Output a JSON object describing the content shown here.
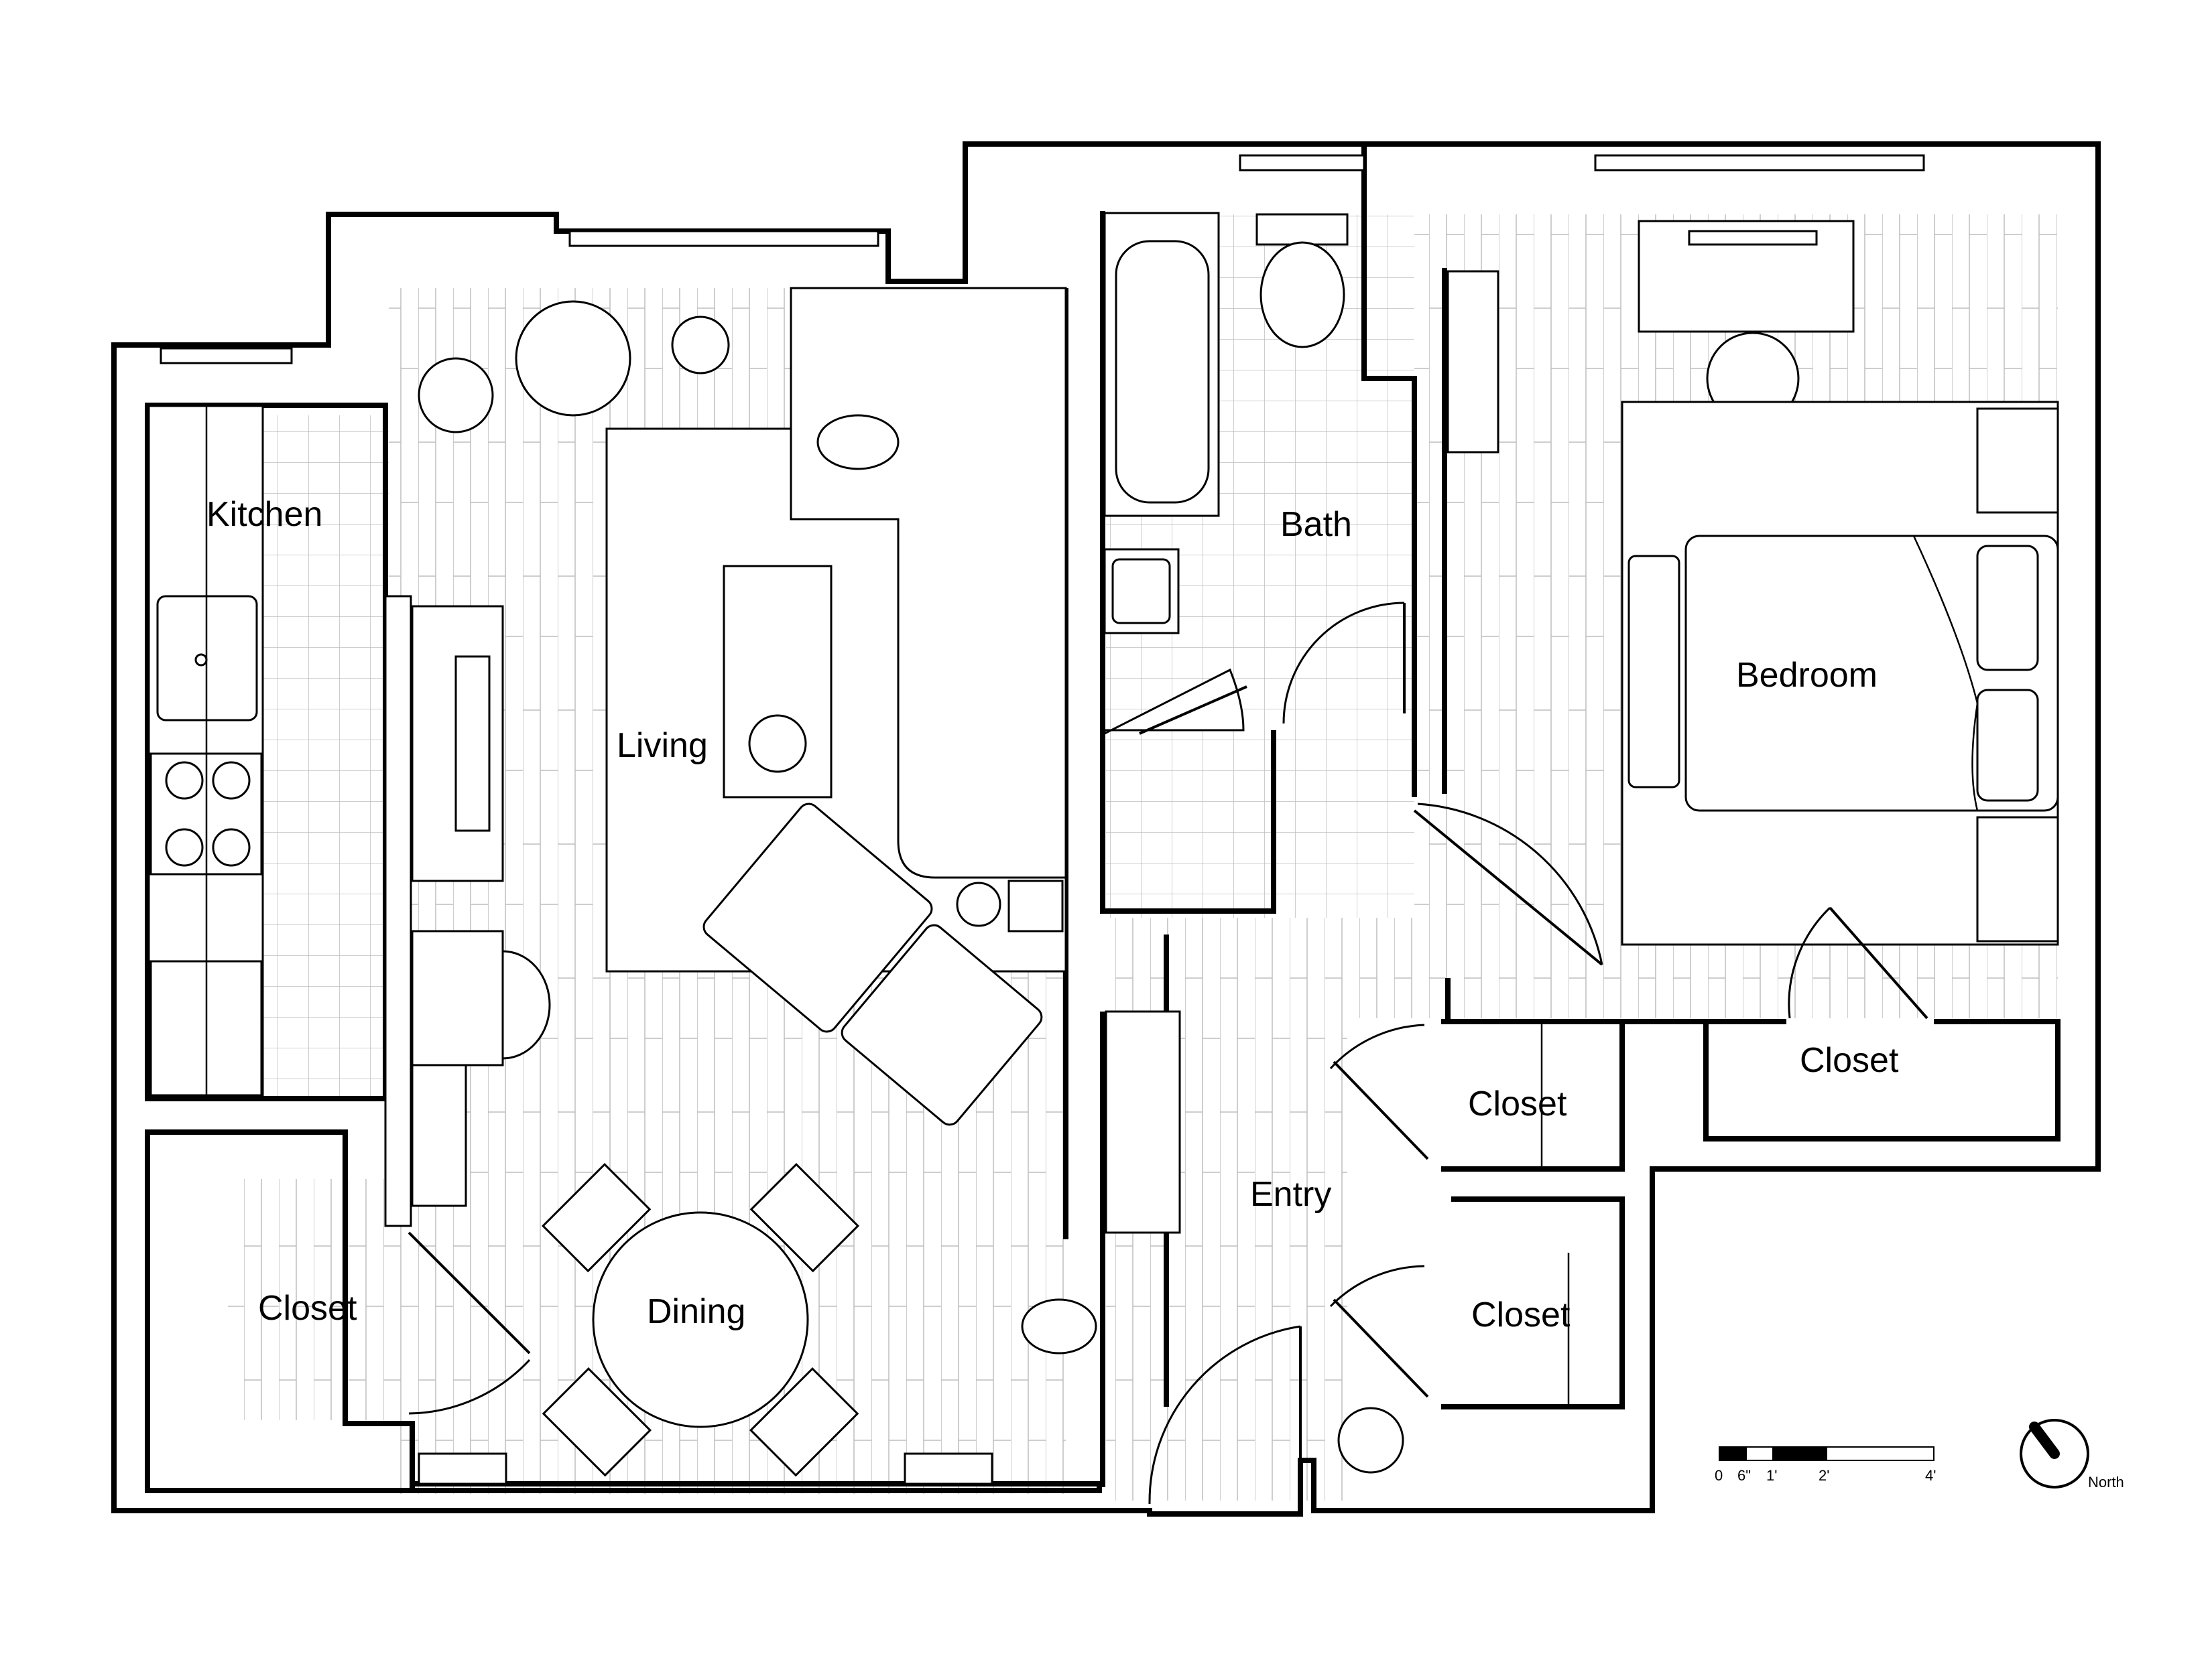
{
  "rooms": {
    "kitchen": "Kitchen",
    "living": "Living",
    "dining": "Dining",
    "bath": "Bath",
    "bedroom": "Bedroom",
    "entry": "Entry",
    "closet_sw": "Closet",
    "closet_entry_upper": "Closet",
    "closet_entry_lower": "Closet",
    "closet_bedroom": "Closet"
  },
  "scale_bar": {
    "ticks": [
      "0",
      "6\"",
      "1'",
      "2'",
      "4'"
    ]
  },
  "north": {
    "label": "North"
  }
}
